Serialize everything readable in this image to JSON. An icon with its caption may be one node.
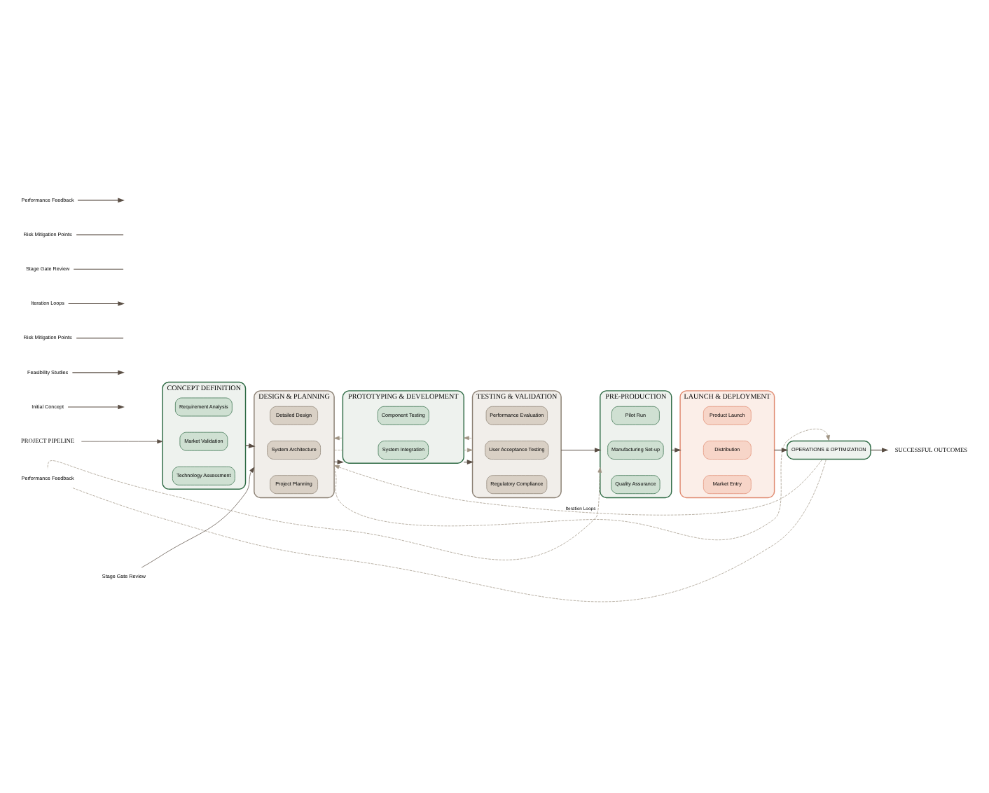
{
  "diagram": {
    "nodes": [
      {
        "text": [
          "PROJECT PIPELINE"
        ]
      },
      {
        "text": [
          "Initial Concept"
        ]
      },
      {
        "text": [
          "Feasibility Studies"
        ]
      },
      {
        "text": [
          "CONCEPT DEFINITION"
        ]
      },
      {
        "text": [
          "Requirement Analysis"
        ],
        "in": 3
      },
      {
        "text": [
          "Market Validation"
        ],
        "in": 3
      },
      {
        "text": [
          "Technology Assessment"
        ],
        "in": 3
      },
      {
        "text": [
          "DESIGN & PLANNING"
        ]
      },
      {
        "text": [
          "Detailed Design"
        ],
        "in": 7
      },
      {
        "text": [
          "System Architecture"
        ],
        "in": 7
      },
      {
        "text": [
          "Project Planning"
        ],
        "in": 7
      },
      {
        "text": [
          "PROTOTYPING & DEVELOPMENT"
        ]
      },
      {
        "text": [
          "Component Testing"
        ],
        "in": 11
      },
      {
        "text": [
          "System Integration"
        ],
        "in": 11
      },
      {
        "text": [
          "TESTING & VALIDATION"
        ]
      },
      {
        "text": [
          "Performance Evaluation"
        ],
        "in": 14
      },
      {
        "text": [
          "User Acceptance Testing"
        ],
        "in": 14
      },
      {
        "text": [
          "Regulatory Compliance"
        ],
        "in": 14
      },
      {
        "text": [
          "PRE-PRODUCTION"
        ]
      },
      {
        "text": [
          "Pilot Run"
        ],
        "in": 18
      },
      {
        "text": [
          "Manufacturing Set-up"
        ],
        "in": 18
      },
      {
        "text": [
          "Quality Assurance"
        ],
        "in": 18
      },
      {
        "text": [
          "LAUNCH & DEPLOYMENT"
        ]
      },
      {
        "text": [
          "Product Launch"
        ],
        "in": 22
      },
      {
        "text": [
          "Distribution"
        ],
        "in": 22
      },
      {
        "text": [
          "Market Entry"
        ],
        "in": 22
      },
      {
        "text": [
          "OPERATIONS & OPTIMIZATION"
        ]
      },
      {
        "text": [
          "SUCCESSFUL OUTCOMES"
        ]
      },
      {
        "text": [
          "Stage Gate Review"
        ]
      },
      {
        "text": [
          "Risk Mitigation Points"
        ]
      },
      {
        "text": [
          "Iteration Loops"
        ]
      },
      {
        "text": [
          "Performance Feedback"
        ]
      },
      {
        "text": [
          "Stage Gate Review"
        ]
      },
      {
        "text": [
          "Risk Mitigation Points"
        ]
      },
      {
        "text": [
          "Performance Feedback"
        ]
      }
    ],
    "edges": [
      {
        "from": 1,
        "to": null,
        "arrow": "to"
      },
      {
        "from": 0,
        "to": 3,
        "arrow": "to"
      },
      {
        "from": 2,
        "to": null,
        "arrow": "to"
      },
      {
        "from": 3,
        "to": 7,
        "arrow": "to"
      },
      {
        "from": 7,
        "to": 11,
        "arrow": "to"
      },
      {
        "from": 11,
        "to": 14,
        "arrow": "to"
      },
      {
        "from": 14,
        "to": 18,
        "arrow": "to"
      },
      {
        "from": 18,
        "to": 22,
        "arrow": "to"
      },
      {
        "from": 22,
        "to": 26,
        "arrow": "to"
      },
      {
        "from": 26,
        "to": 27,
        "arrow": "to"
      },
      {
        "from": 28,
        "to": 7,
        "arrow": "to"
      },
      {
        "from": 29,
        "to": null,
        "arrow": "none"
      },
      {
        "from": 30,
        "to": null,
        "arrow": "to"
      },
      {
        "from": 11,
        "to": 14,
        "arrow": "to",
        "style": "dashed",
        "color": "#a09484"
      },
      {
        "from": 11,
        "to": 7,
        "arrow": "none",
        "style": "dashed",
        "color": "#a09484"
      },
      {
        "from": 31,
        "to": 18,
        "arrow": "to",
        "style": "dashed",
        "color": "#a09484"
      },
      {
        "from": 31,
        "to": 26,
        "arrow": "none",
        "style": "dashed",
        "color": "#a09484"
      },
      {
        "from": 11,
        "to": 7,
        "arrow": "to",
        "style": "dashed",
        "color": "#a09484"
      },
      {
        "from": 14,
        "to": 11,
        "arrow": "to",
        "style": "dashed",
        "color": "#a09484"
      },
      {
        "from": 32,
        "to": null,
        "arrow": "none"
      },
      {
        "from": 33,
        "to": null,
        "arrow": "none"
      },
      {
        "from": 34,
        "to": null,
        "arrow": "to"
      },
      {
        "from": 26,
        "to": 7,
        "arrow": "to",
        "label": "Iteration Loops",
        "style": "dashed",
        "color": "#a09484"
      },
      {
        "from": 7,
        "to": 26,
        "arrow": "to",
        "style": "dashed",
        "color": "#a09484"
      }
    ]
  }
}
